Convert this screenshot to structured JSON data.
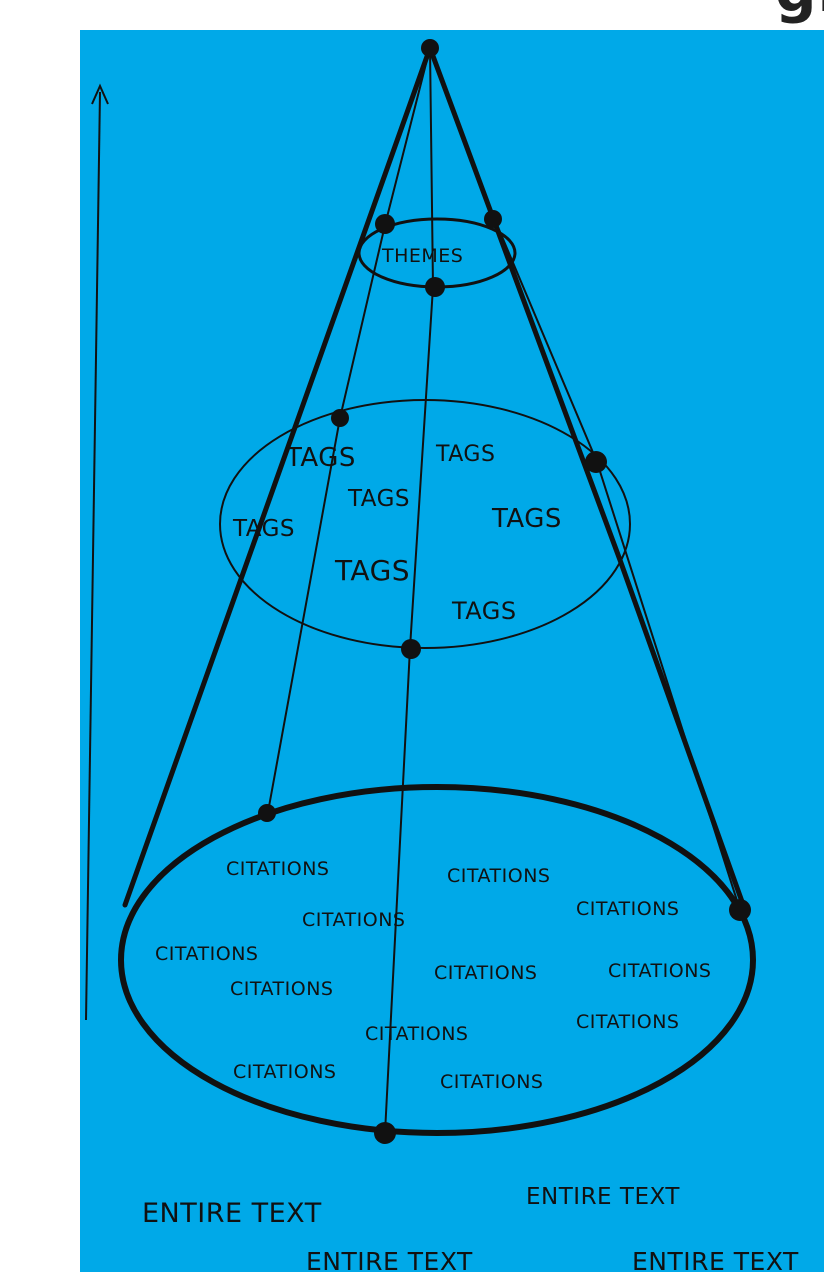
{
  "page": {
    "top_glyph": "g."
  },
  "diagram": {
    "colors": {
      "paper": "#00a9e8",
      "ink": "#111111",
      "background": "#ffffff"
    },
    "levels": {
      "themes": "THEMES",
      "tags": "TAGS",
      "citations": "CITATIONS",
      "entire_text": "ENTIRE TEXT"
    }
  }
}
